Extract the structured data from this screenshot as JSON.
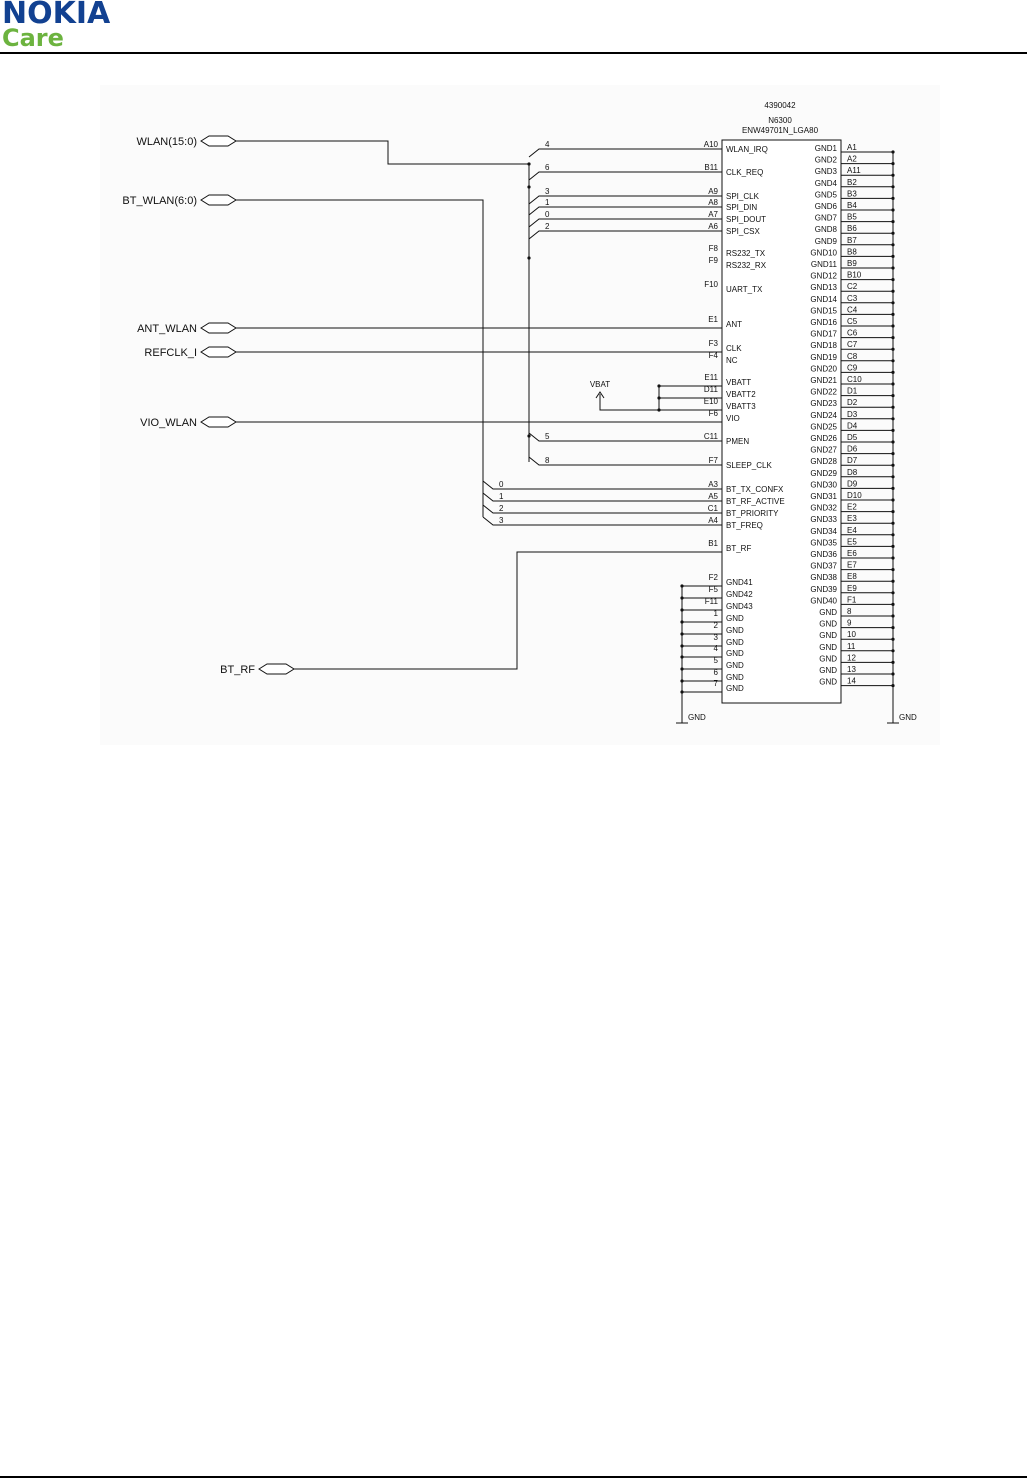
{
  "brand": {
    "line1": "NOKIA",
    "line2": "Care"
  },
  "chip": {
    "part_number": "4390042",
    "ref": "N6300",
    "name": "ENW49701N_LGA80",
    "left_pins": [
      {
        "pad": "A10",
        "name": "WLAN_IRQ"
      },
      {
        "pad": "B11",
        "name": "CLK_REQ"
      },
      {
        "pad": "A9",
        "name": "SPI_CLK"
      },
      {
        "pad": "A8",
        "name": "SPI_DIN"
      },
      {
        "pad": "A7",
        "name": "SPI_DOUT"
      },
      {
        "pad": "A6",
        "name": "SPI_CSX"
      },
      {
        "pad": "F8",
        "name": "RS232_TX"
      },
      {
        "pad": "F9",
        "name": "RS232_RX"
      },
      {
        "pad": "F10",
        "name": "UART_TX"
      },
      {
        "pad": "E1",
        "name": "ANT"
      },
      {
        "pad": "F3",
        "name": "CLK"
      },
      {
        "pad": "F4",
        "name": "NC"
      },
      {
        "pad": "E11",
        "name": "VBATT"
      },
      {
        "pad": "D11",
        "name": "VBATT2"
      },
      {
        "pad": "E10",
        "name": "VBATT3"
      },
      {
        "pad": "F6",
        "name": "VIO"
      },
      {
        "pad": "C11",
        "name": "PMEN"
      },
      {
        "pad": "F7",
        "name": "SLEEP_CLK"
      },
      {
        "pad": "A3",
        "name": "BT_TX_CONFX"
      },
      {
        "pad": "A5",
        "name": "BT_RF_ACTIVE"
      },
      {
        "pad": "C1",
        "name": "BT_PRIORITY"
      },
      {
        "pad": "A4",
        "name": "BT_FREQ"
      },
      {
        "pad": "B1",
        "name": "BT_RF"
      },
      {
        "pad": "F2",
        "name": "GND41"
      },
      {
        "pad": "F5",
        "name": "GND42"
      },
      {
        "pad": "F11",
        "name": "GND43"
      },
      {
        "pad": "1",
        "name": "GND"
      },
      {
        "pad": "2",
        "name": "GND"
      },
      {
        "pad": "3",
        "name": "GND"
      },
      {
        "pad": "4",
        "name": "GND"
      },
      {
        "pad": "5",
        "name": "GND"
      },
      {
        "pad": "6",
        "name": "GND"
      },
      {
        "pad": "7",
        "name": "GND"
      }
    ],
    "right_pins": [
      {
        "name": "GND1",
        "pad": "A1"
      },
      {
        "name": "GND2",
        "pad": "A2"
      },
      {
        "name": "GND3",
        "pad": "A11"
      },
      {
        "name": "GND4",
        "pad": "B2"
      },
      {
        "name": "GND5",
        "pad": "B3"
      },
      {
        "name": "GND6",
        "pad": "B4"
      },
      {
        "name": "GND7",
        "pad": "B5"
      },
      {
        "name": "GND8",
        "pad": "B6"
      },
      {
        "name": "GND9",
        "pad": "B7"
      },
      {
        "name": "GND10",
        "pad": "B8"
      },
      {
        "name": "GND11",
        "pad": "B9"
      },
      {
        "name": "GND12",
        "pad": "B10"
      },
      {
        "name": "GND13",
        "pad": "C2"
      },
      {
        "name": "GND14",
        "pad": "C3"
      },
      {
        "name": "GND15",
        "pad": "C4"
      },
      {
        "name": "GND16",
        "pad": "C5"
      },
      {
        "name": "GND17",
        "pad": "C6"
      },
      {
        "name": "GND18",
        "pad": "C7"
      },
      {
        "name": "GND19",
        "pad": "C8"
      },
      {
        "name": "GND20",
        "pad": "C9"
      },
      {
        "name": "GND21",
        "pad": "C10"
      },
      {
        "name": "GND22",
        "pad": "D1"
      },
      {
        "name": "GND23",
        "pad": "D2"
      },
      {
        "name": "GND24",
        "pad": "D3"
      },
      {
        "name": "GND25",
        "pad": "D4"
      },
      {
        "name": "GND26",
        "pad": "D5"
      },
      {
        "name": "GND27",
        "pad": "D6"
      },
      {
        "name": "GND28",
        "pad": "D7"
      },
      {
        "name": "GND29",
        "pad": "D8"
      },
      {
        "name": "GND30",
        "pad": "D9"
      },
      {
        "name": "GND31",
        "pad": "D10"
      },
      {
        "name": "GND32",
        "pad": "E2"
      },
      {
        "name": "GND33",
        "pad": "E3"
      },
      {
        "name": "GND34",
        "pad": "E4"
      },
      {
        "name": "GND35",
        "pad": "E5"
      },
      {
        "name": "GND36",
        "pad": "E6"
      },
      {
        "name": "GND37",
        "pad": "E7"
      },
      {
        "name": "GND38",
        "pad": "E8"
      },
      {
        "name": "GND39",
        "pad": "E9"
      },
      {
        "name": "GND40",
        "pad": "F1"
      },
      {
        "name": "GND",
        "pad": "8"
      },
      {
        "name": "GND",
        "pad": "9"
      },
      {
        "name": "GND",
        "pad": "10"
      },
      {
        "name": "GND",
        "pad": "11"
      },
      {
        "name": "GND",
        "pad": "12"
      },
      {
        "name": "GND",
        "pad": "13"
      },
      {
        "name": "GND",
        "pad": "14"
      }
    ]
  },
  "ports": {
    "wlan_bus": "WLAN(15:0)",
    "bt_wlan_bus": "BT_WLAN(6:0)",
    "ant_wlan": "ANT_WLAN",
    "refclk": "REFCLK_I",
    "vio_wlan": "VIO_WLAN",
    "bt_rf": "BT_RF"
  },
  "power": {
    "vbat": "VBAT",
    "gnd_left": "GND",
    "gnd_right": "GND"
  },
  "wlan_taps": [
    "4",
    "6",
    "3",
    "1",
    "0",
    "2",
    "5",
    "8"
  ],
  "bt_taps": [
    "0",
    "1",
    "2",
    "3"
  ]
}
